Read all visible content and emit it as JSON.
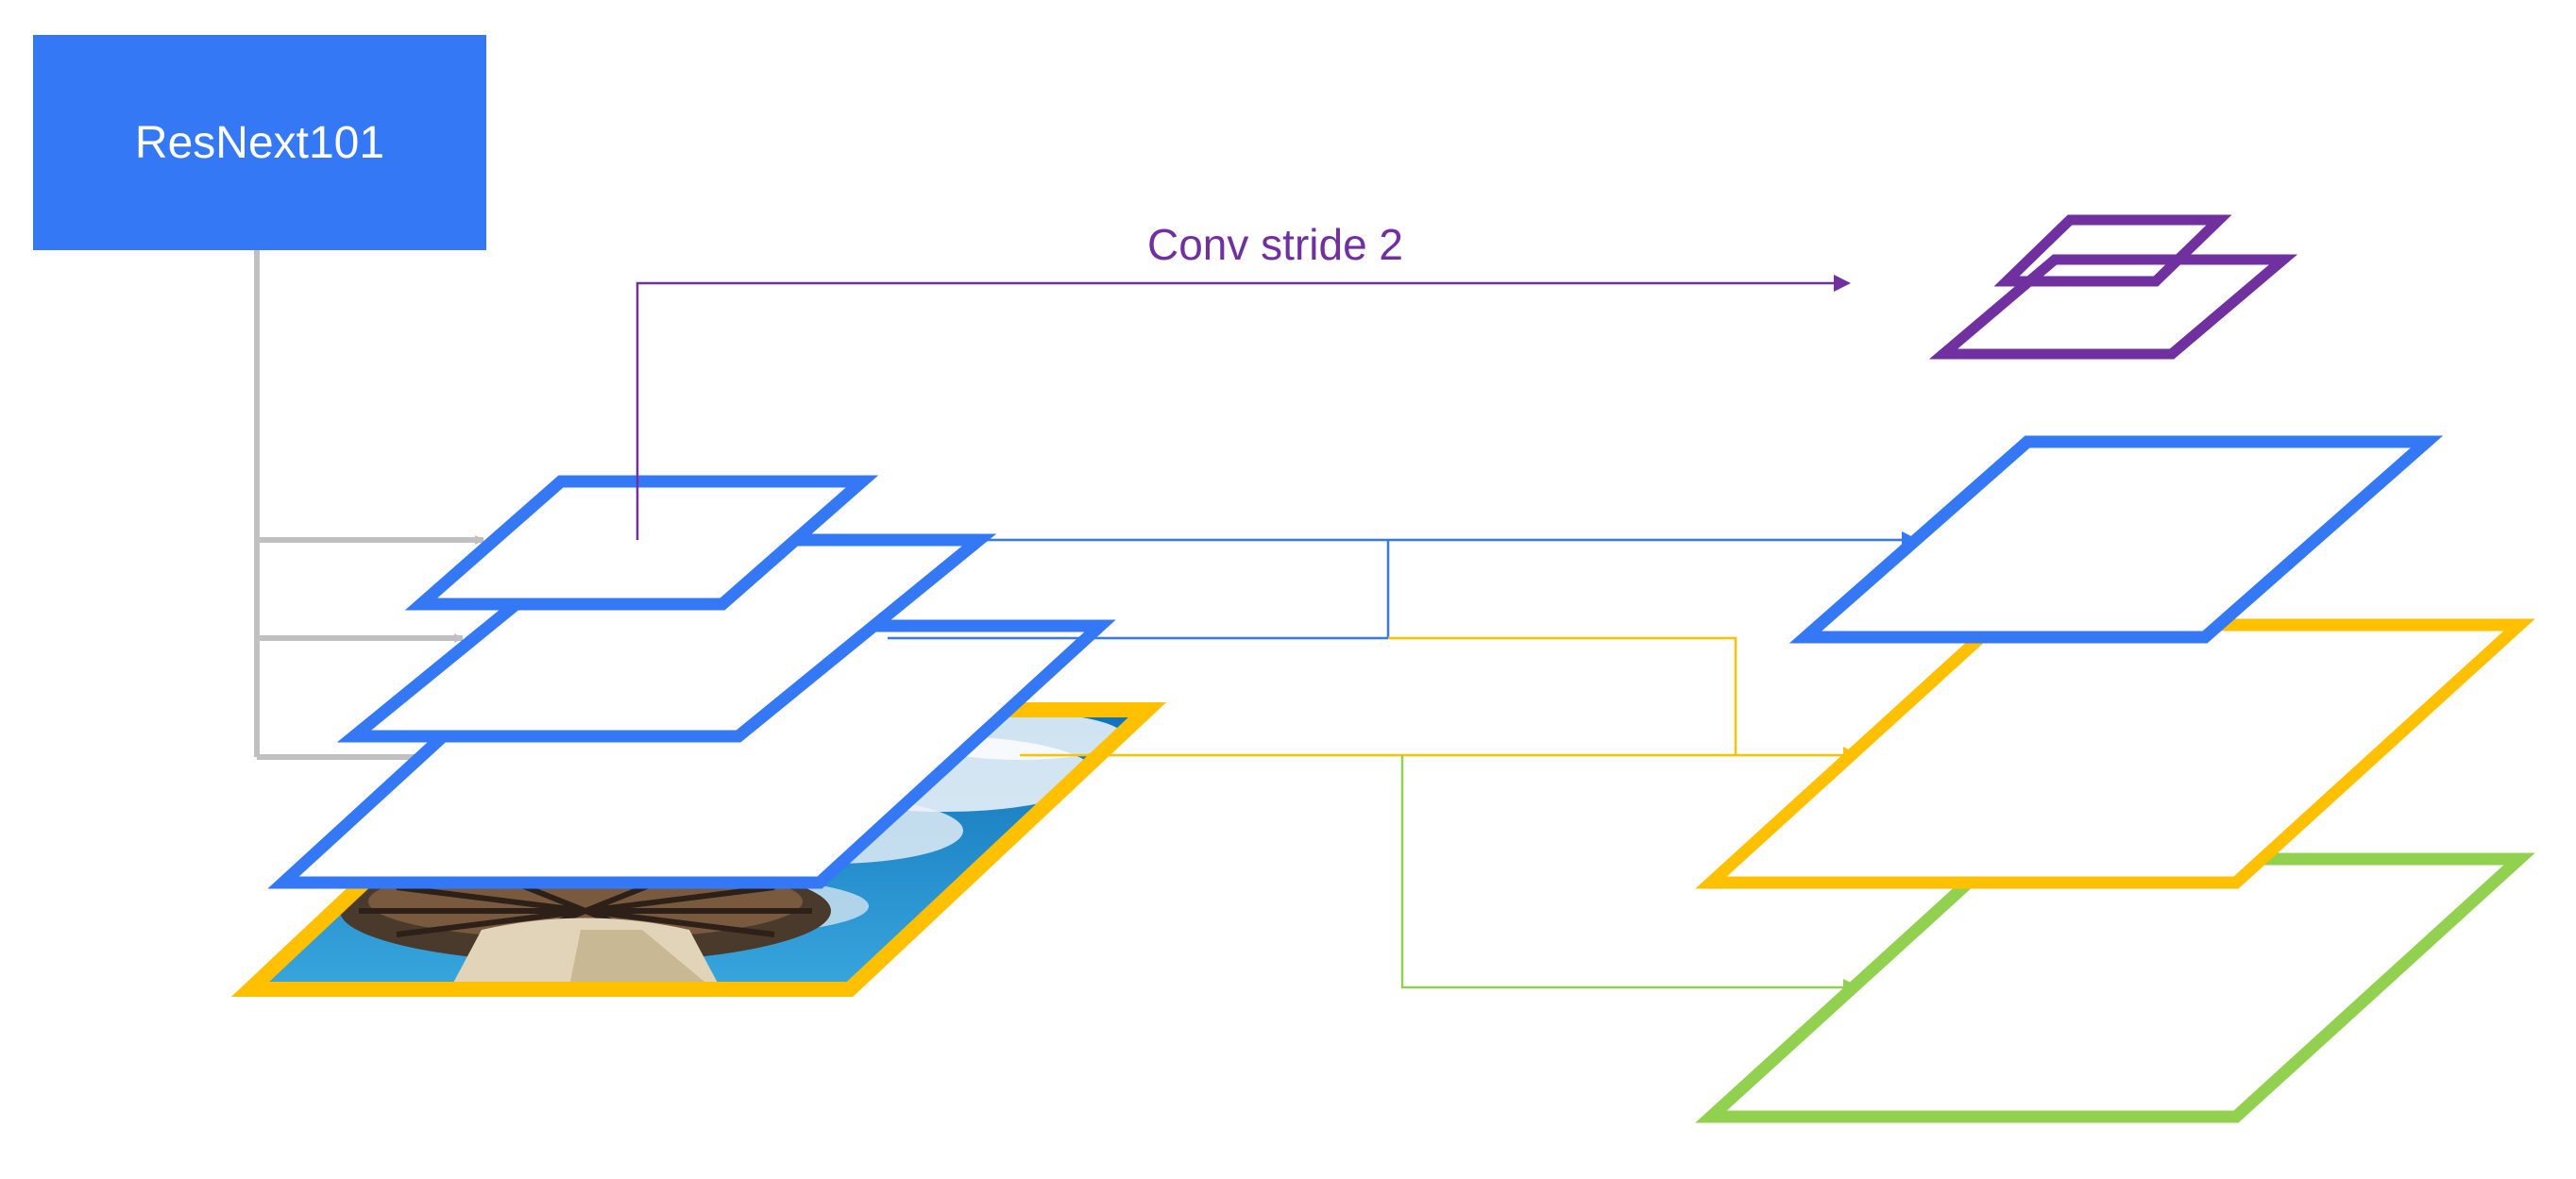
{
  "backbone": {
    "label": "ResNext101"
  },
  "annotation": {
    "conv_label": "Conv stride 2"
  },
  "colors": {
    "backbone_fill": "#3478F6",
    "blue": "#3478F6",
    "yellow": "#FFC000",
    "green": "#92D050",
    "purple": "#7030A0",
    "gray": "#C0C0C0",
    "sky": "#1E8FD0",
    "tower": "#D8C8A8"
  },
  "icons": {
    "input_image": "photo-of-tower-against-sky"
  }
}
